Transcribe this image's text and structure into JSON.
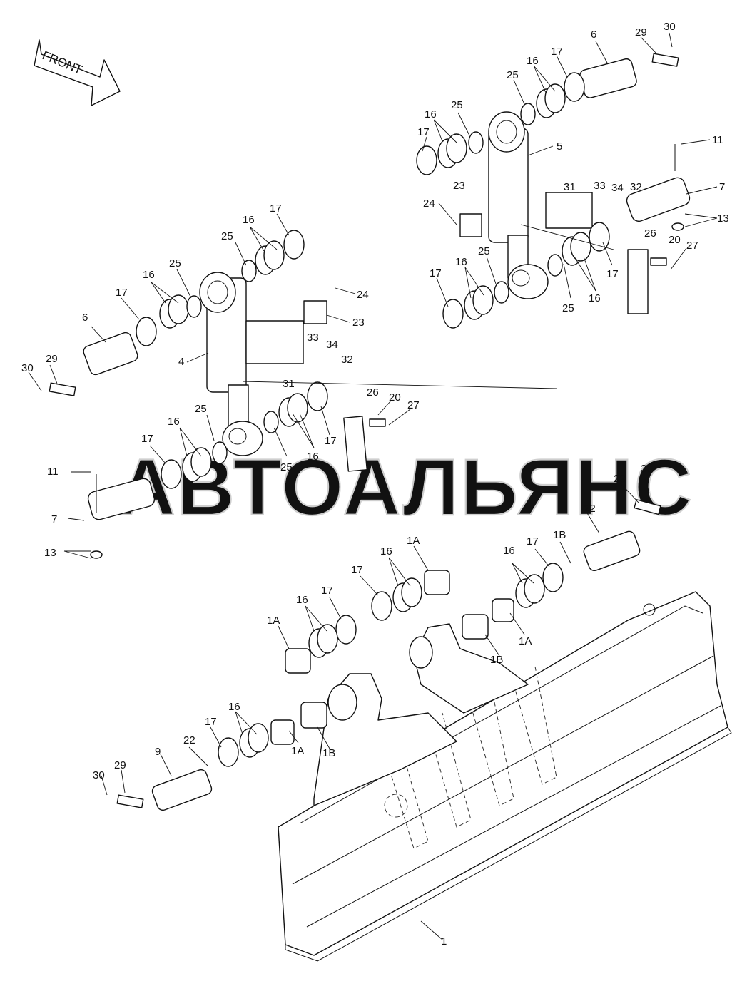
{
  "watermark": "АВТОАЛЬЯНС",
  "direction_label": "FRONT",
  "callouts": [
    "30",
    "29",
    "6",
    "17",
    "16",
    "25",
    "5",
    "11",
    "7",
    "33",
    "34",
    "32",
    "31",
    "23",
    "24",
    "13",
    "20",
    "27",
    "26",
    "1A",
    "1B",
    "22",
    "9",
    "4",
    "1"
  ]
}
